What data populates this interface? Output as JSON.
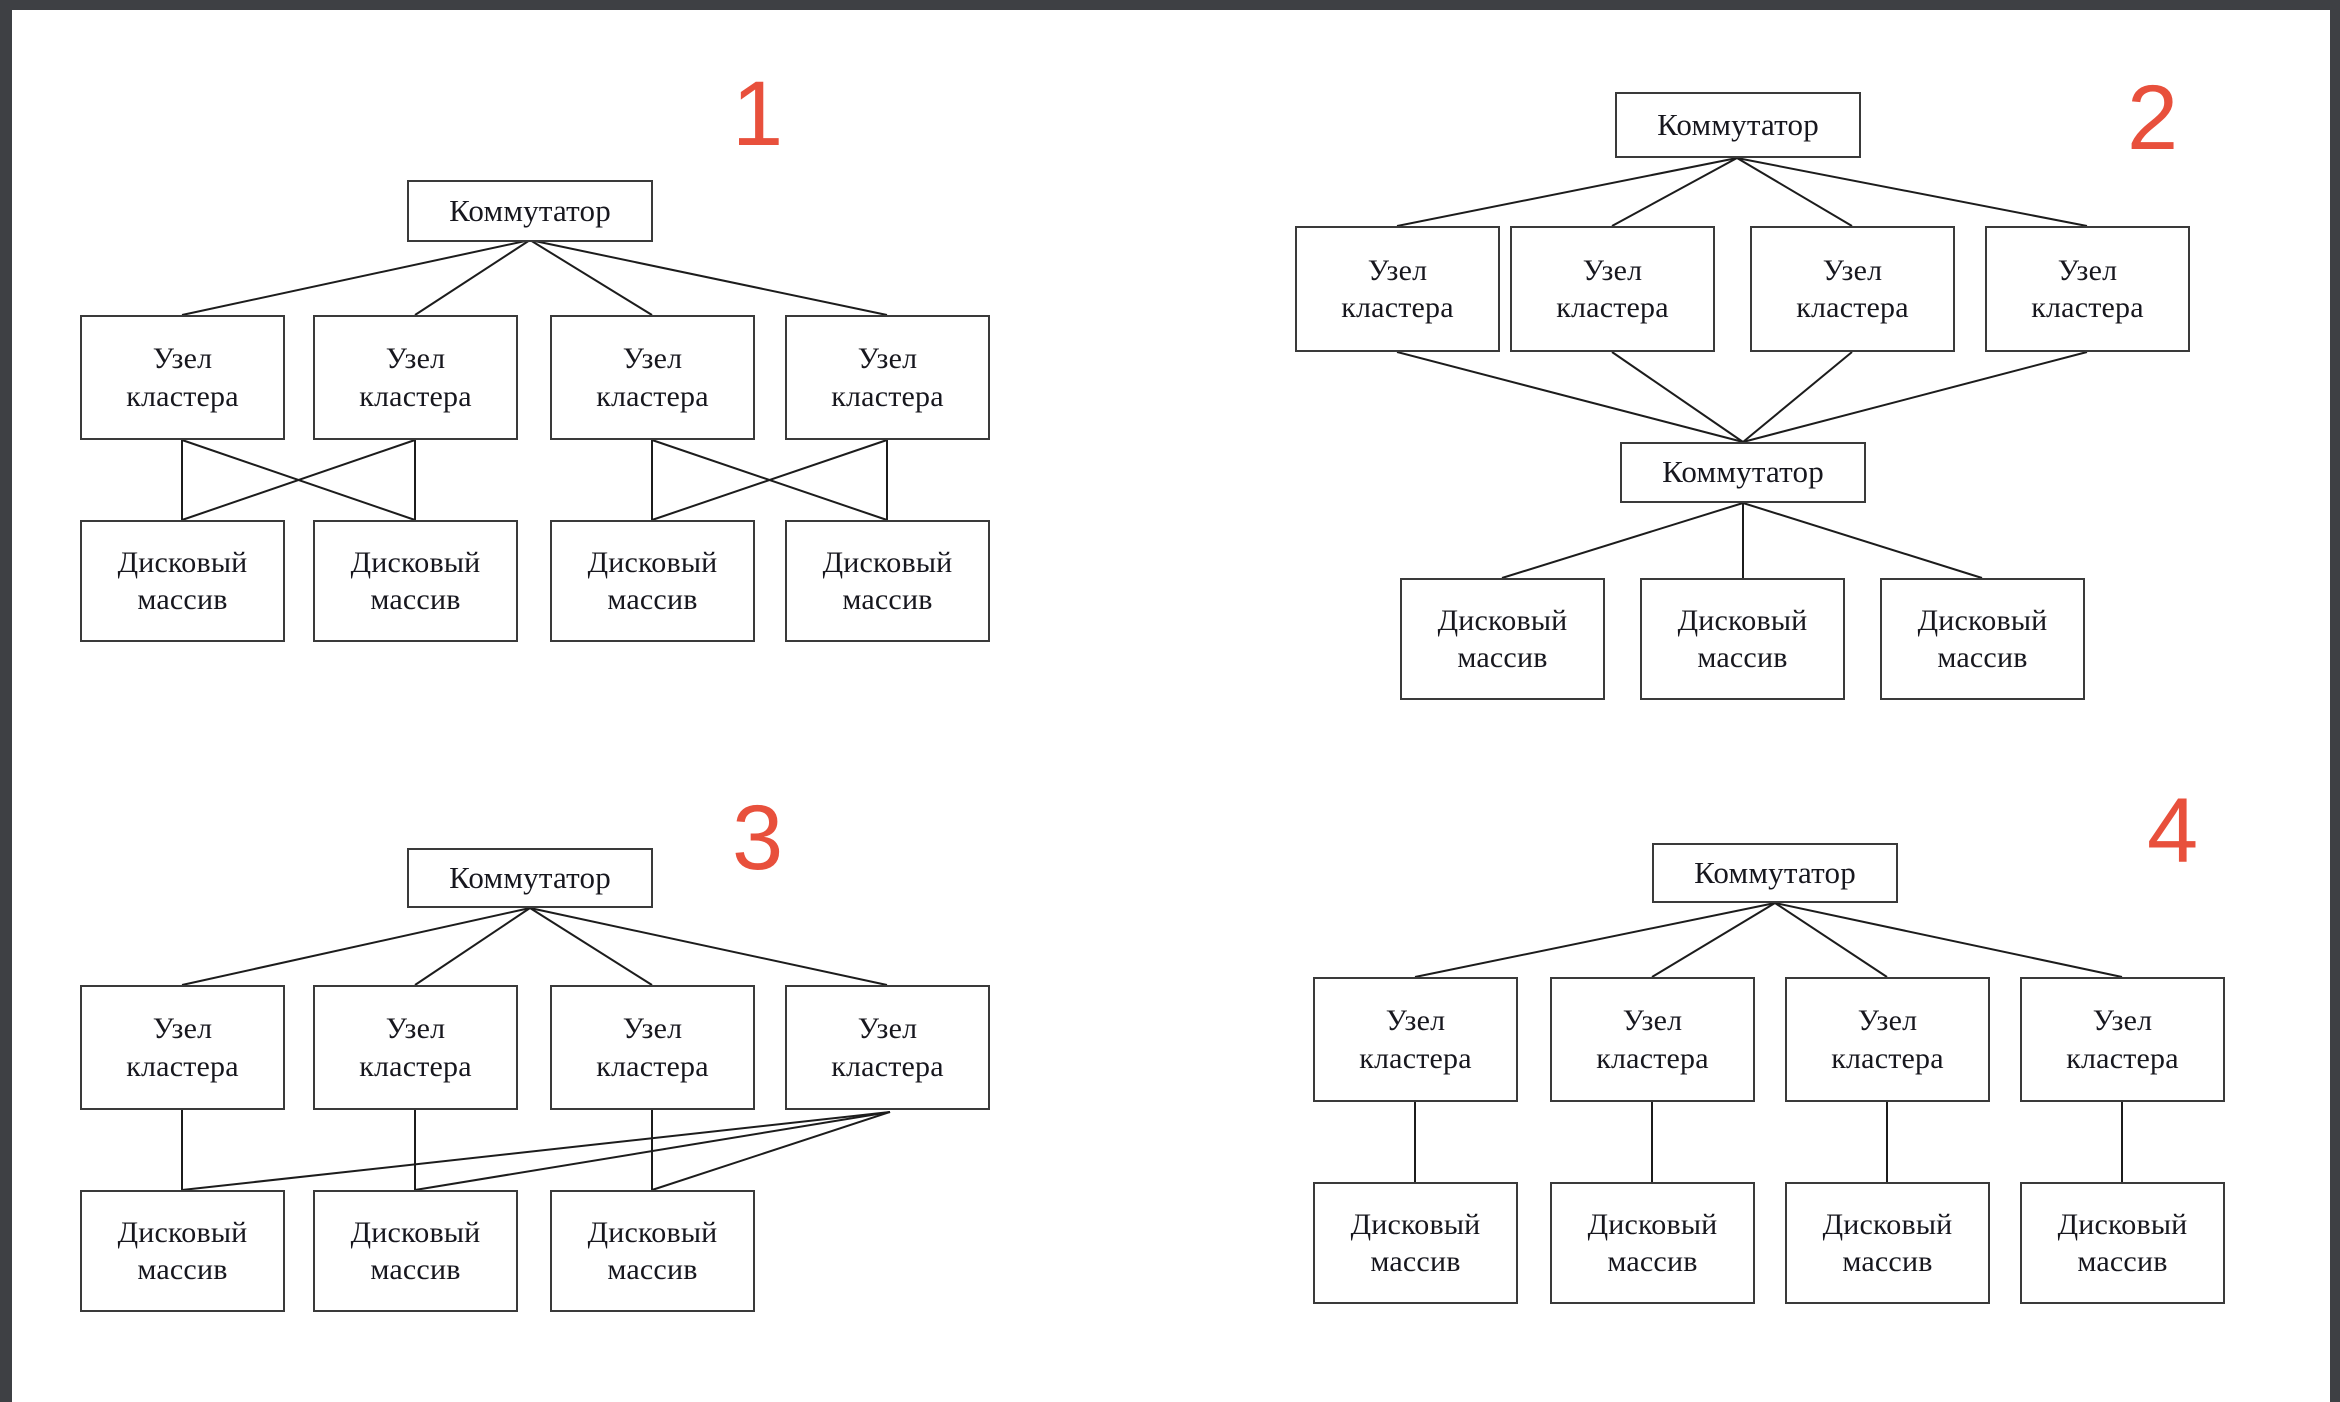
{
  "document": {
    "type": "four-variant cluster storage topology diagram",
    "language": "ru",
    "background_color": "#ffffff",
    "page_border_color": "#3e4044",
    "box_border_color": "#3a3a3a",
    "edge_color": "#1c1c1c",
    "number_color": "#e8503c"
  },
  "labels": {
    "switch": "Коммутатор",
    "cluster_node_line1": "Узел",
    "cluster_node_line2": "кластера",
    "disk_array_line1": "Дисковый",
    "disk_array_line2": "массив"
  },
  "panels": [
    {
      "number": "1",
      "counts": {
        "switches": 1,
        "cluster_nodes": 4,
        "disk_arrays": 4
      },
      "topology": "Один коммутатор соединён с четырьмя узлами кластера; узлы попарно полносвязно подключены к четырём дисковым массивам (перекрёстные связи внутри пар)."
    },
    {
      "number": "2",
      "counts": {
        "switches": 2,
        "cluster_nodes": 4,
        "disk_arrays": 3
      },
      "topology": "Верхний коммутатор соединён с четырьмя узлами кластера; все узлы сходятся на втором коммутаторе, который соединён с тремя дисковыми массивами."
    },
    {
      "number": "3",
      "counts": {
        "switches": 1,
        "cluster_nodes": 4,
        "disk_arrays": 3
      },
      "topology": "Один коммутатор соединён с четырьмя узлами кластера; первые три узла подключены напрямую к своим дисковым массивам, четвёртый узел подключён ко всем трём массивам."
    },
    {
      "number": "4",
      "counts": {
        "switches": 1,
        "cluster_nodes": 4,
        "disk_arrays": 4
      },
      "topology": "Один коммутатор соединён с четырьмя узлами кластера; каждый узел подключён к собственному дисковому массиву."
    }
  ]
}
